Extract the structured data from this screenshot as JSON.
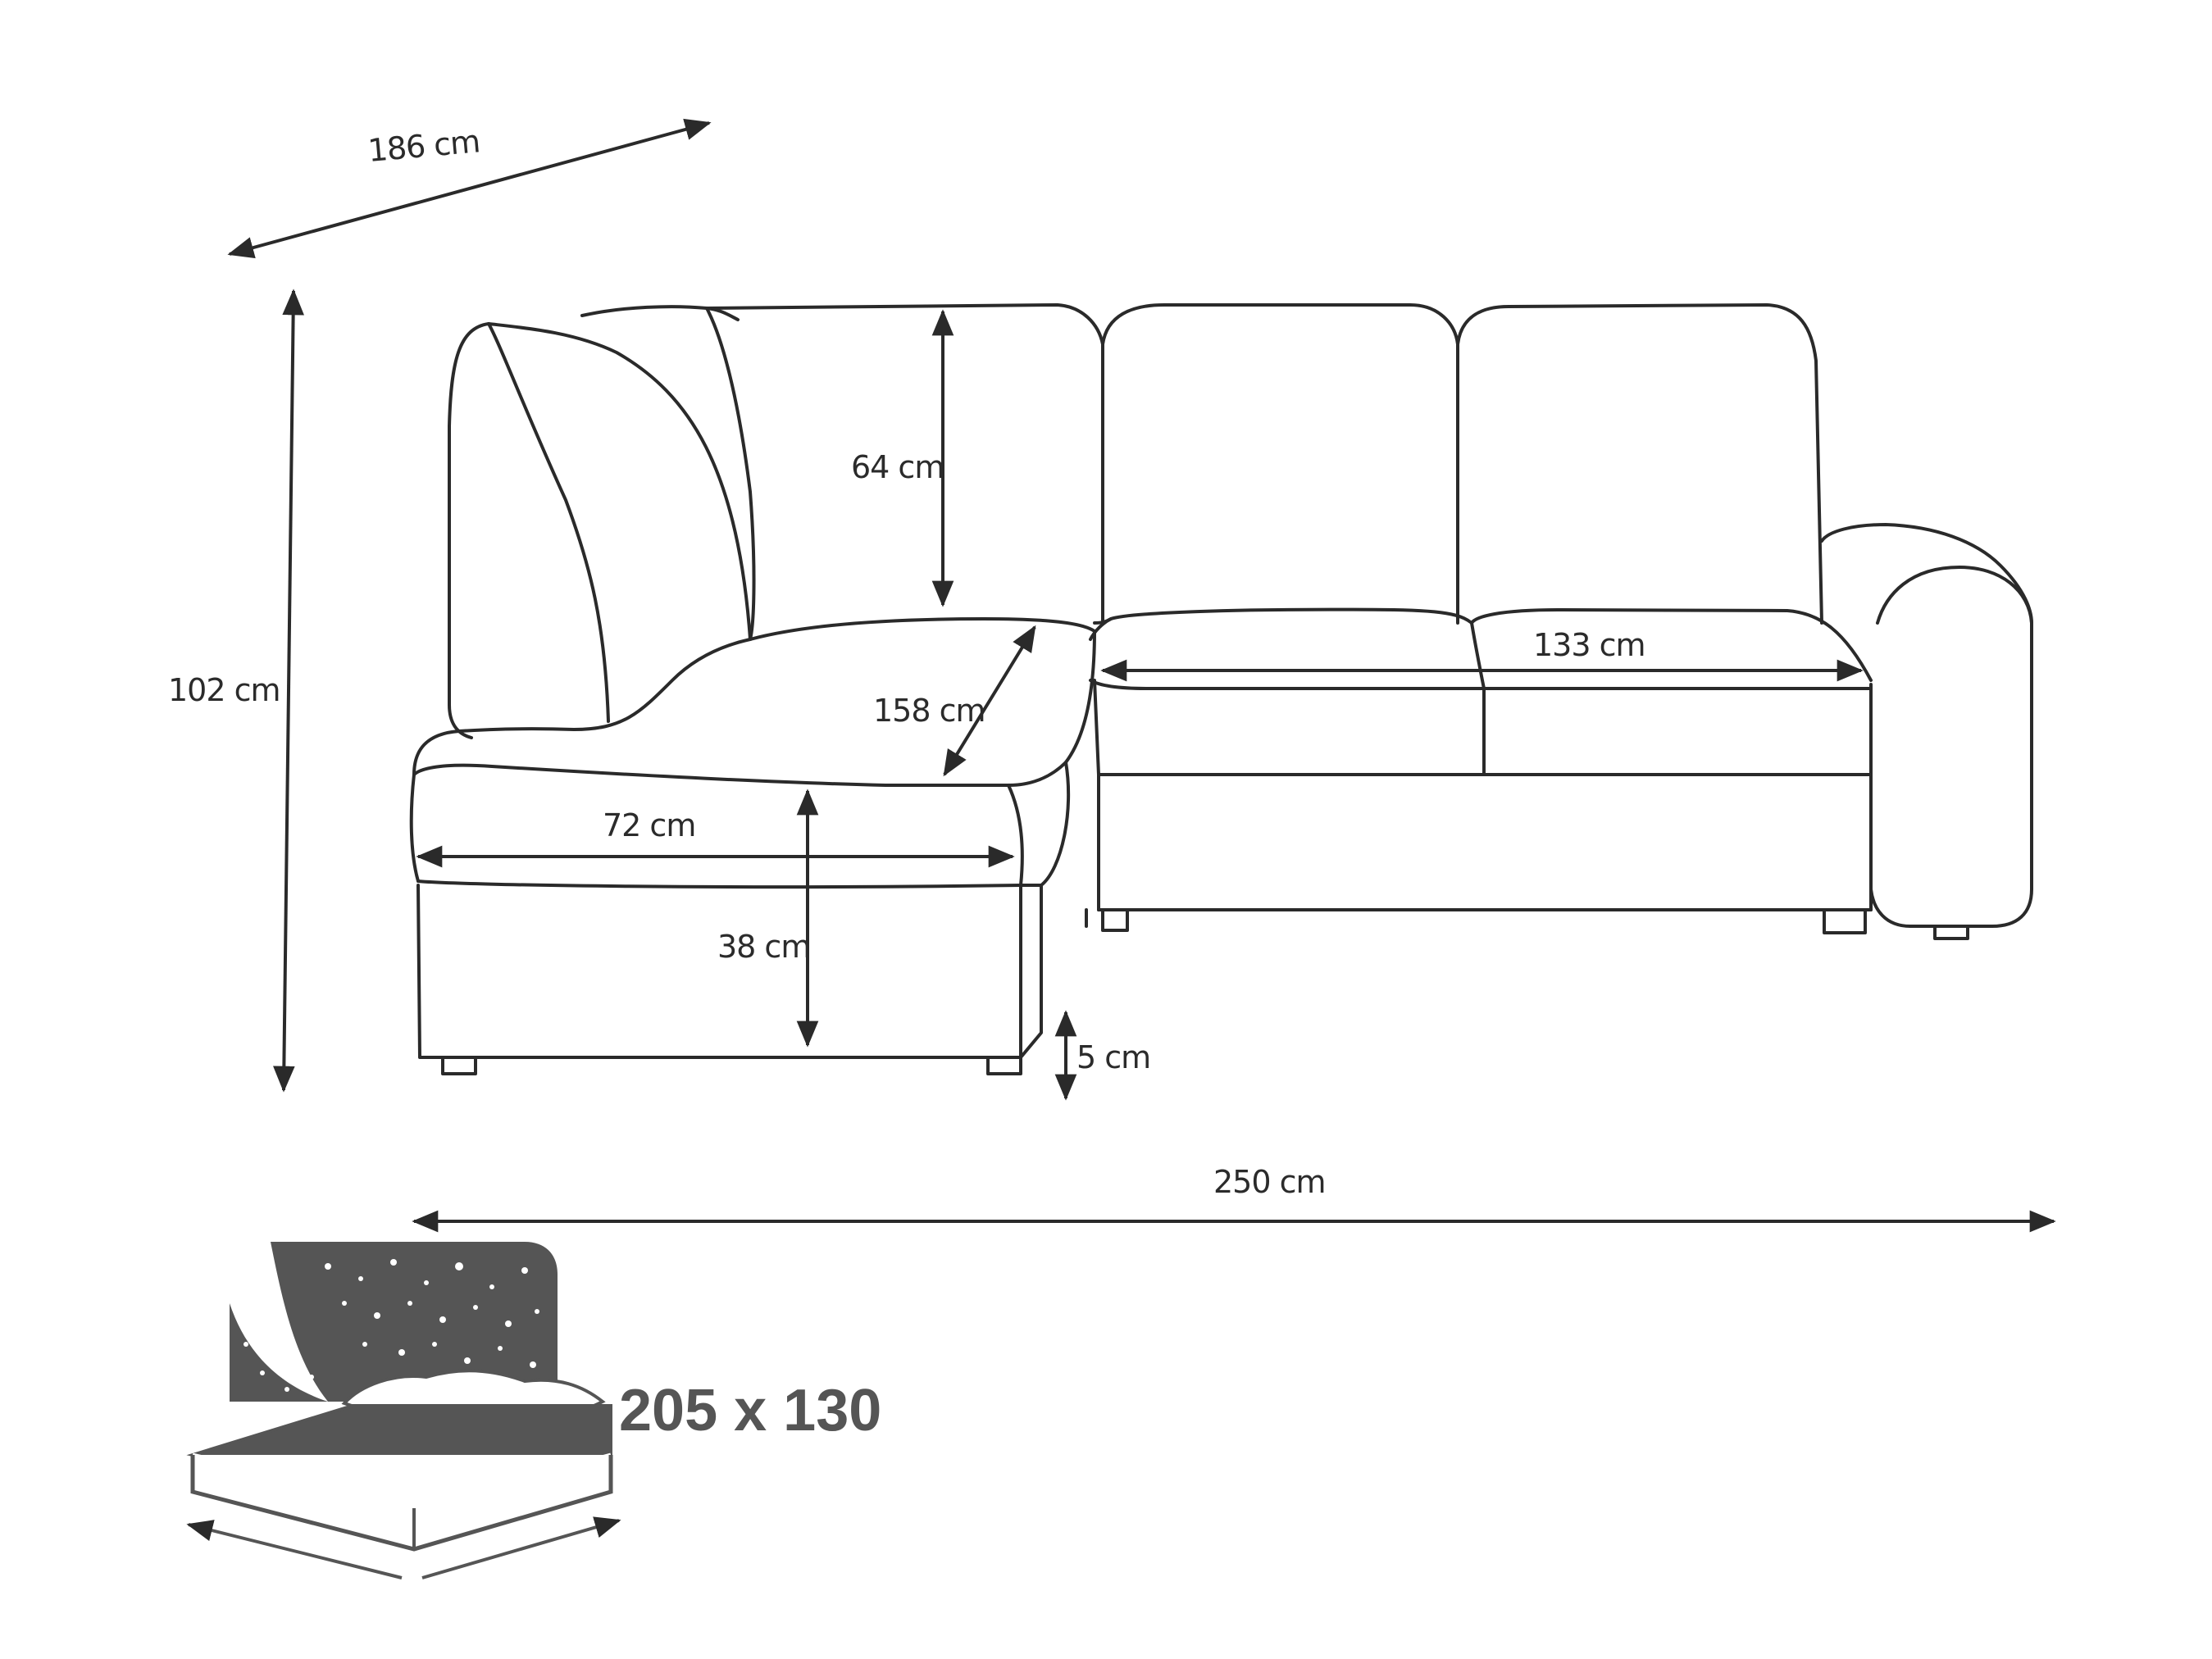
{
  "dimensions": {
    "depth": "186 cm",
    "height": "102 cm",
    "back_height": "64 cm",
    "seat_depth": "133 cm",
    "chaise_length": "158 cm",
    "chaise_width": "72 cm",
    "seat_height": "38 cm",
    "leg_height": "5 cm",
    "total_width": "250 cm"
  },
  "bed": {
    "size": "205 x 130"
  },
  "colors": {
    "line": "#2a2a2a",
    "bed_icon": "#555555"
  }
}
